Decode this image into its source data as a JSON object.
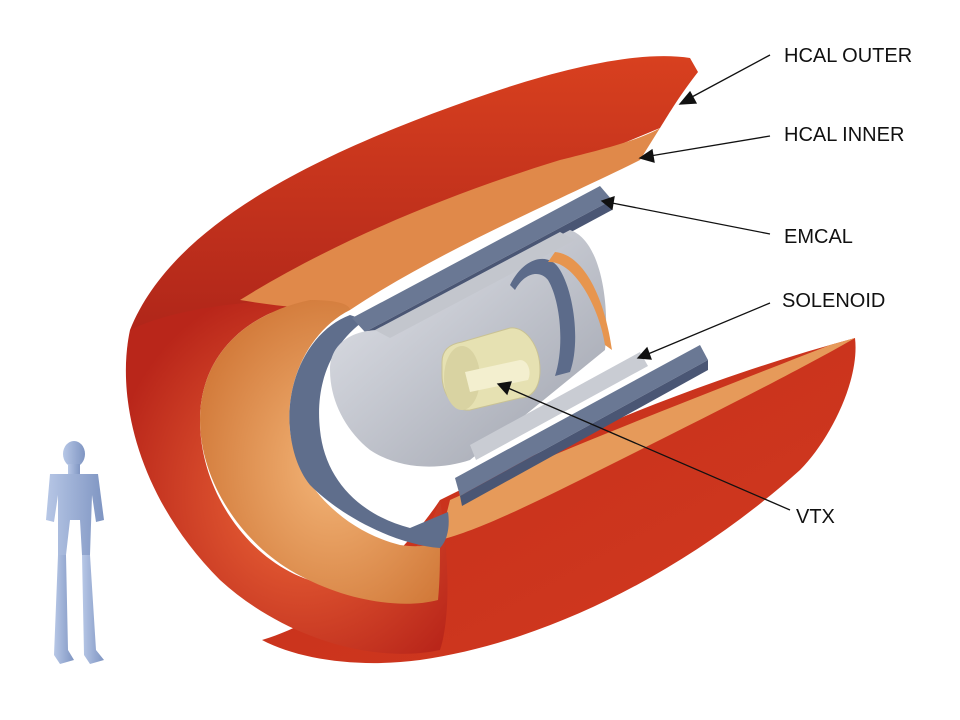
{
  "diagram": {
    "labels": {
      "hcal_outer": "HCAL OUTER",
      "hcal_inner": "HCAL INNER",
      "emcal": "EMCAL",
      "solenoid": "SOLENOID",
      "vtx": "VTX"
    },
    "components": [
      {
        "id": "hcal-outer",
        "color": "#c8341c"
      },
      {
        "id": "hcal-inner",
        "color": "#e8924a"
      },
      {
        "id": "emcal",
        "color": "#5f6f8f"
      },
      {
        "id": "solenoid",
        "color": "#b9bcc4"
      },
      {
        "id": "vtx",
        "color": "#e8e3b8"
      },
      {
        "id": "human-figure",
        "color": "#9fb3d8"
      }
    ]
  }
}
